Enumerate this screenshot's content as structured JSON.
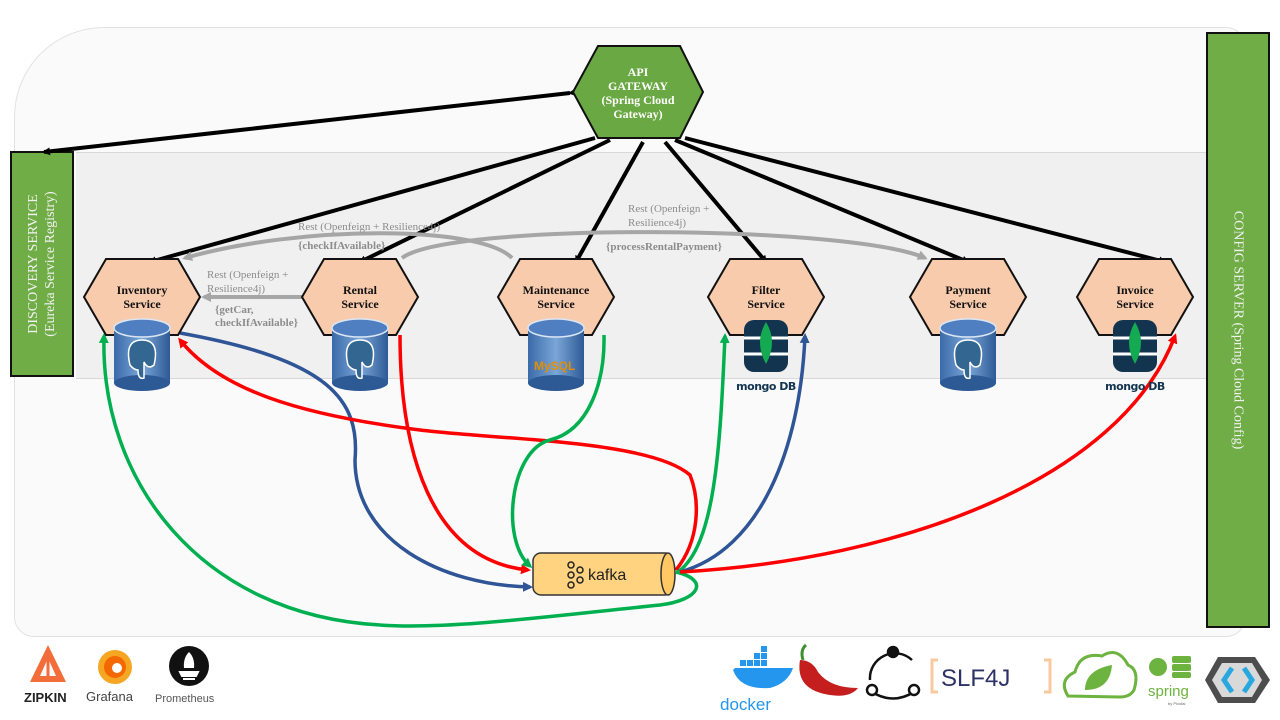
{
  "gateway": {
    "lines": [
      "API",
      "GATEWAY",
      "(Spring Cloud",
      "Gateway)"
    ]
  },
  "discovery": {
    "line1": "DISCOVERY SERVICE",
    "line2": "(Eureka Service Registry)"
  },
  "config": {
    "label": "CONFIG SERVER (Spring Cloud Config)"
  },
  "services": [
    {
      "id": "inventory",
      "line1": "Inventory",
      "line2": "Service",
      "db": "postgresql"
    },
    {
      "id": "rental",
      "line1": "Rental",
      "line2": "Service",
      "db": "postgresql"
    },
    {
      "id": "maintenance",
      "line1": "Maintenance",
      "line2": "Service",
      "db": "mysql"
    },
    {
      "id": "filter",
      "line1": "Filter",
      "line2": "Service",
      "db": "mongodb"
    },
    {
      "id": "payment",
      "line1": "Payment",
      "line2": "Service",
      "db": "postgresql"
    },
    {
      "id": "invoice",
      "line1": "Invoice",
      "line2": "Service",
      "db": "mongodb"
    }
  ],
  "db_labels": {
    "mongodb": "mongo DB",
    "mysql": "MySQL"
  },
  "annotations": {
    "maint_to_inventory": {
      "line1": "Rest (Openfeign + Resilience4j)",
      "line2": "{checkIfAvailable}"
    },
    "rental_to_inventory": {
      "line1": "Rest (Openfeign +",
      "line2": "Resilience4j)",
      "line3": "{getCar,",
      "line4": "checkIfAvailable}"
    },
    "rental_to_payment": {
      "line1": "Rest (Openfeign +",
      "line2": "Resilience4j)",
      "line3": "{processRentalPayment}"
    }
  },
  "broker": {
    "label": "kafka"
  },
  "edge_colors": {
    "rest": "#000000",
    "feign": "#a6a6a6",
    "producer_red": "#ff0000",
    "producer_blue": "#2f5597",
    "consumer_green": "#00b050"
  },
  "logos_left": [
    "ZIPKIN",
    "Grafana",
    "Prometheus"
  ],
  "logos_right": [
    "docker",
    "chili",
    "keycloak-like",
    "SLF4J",
    "spring-cloud",
    "spring",
    "keycloak"
  ],
  "logo_texts": {
    "docker": "docker",
    "slf4j": "SLF4J",
    "spring": "spring",
    "pivotal": "by Pivotal"
  }
}
